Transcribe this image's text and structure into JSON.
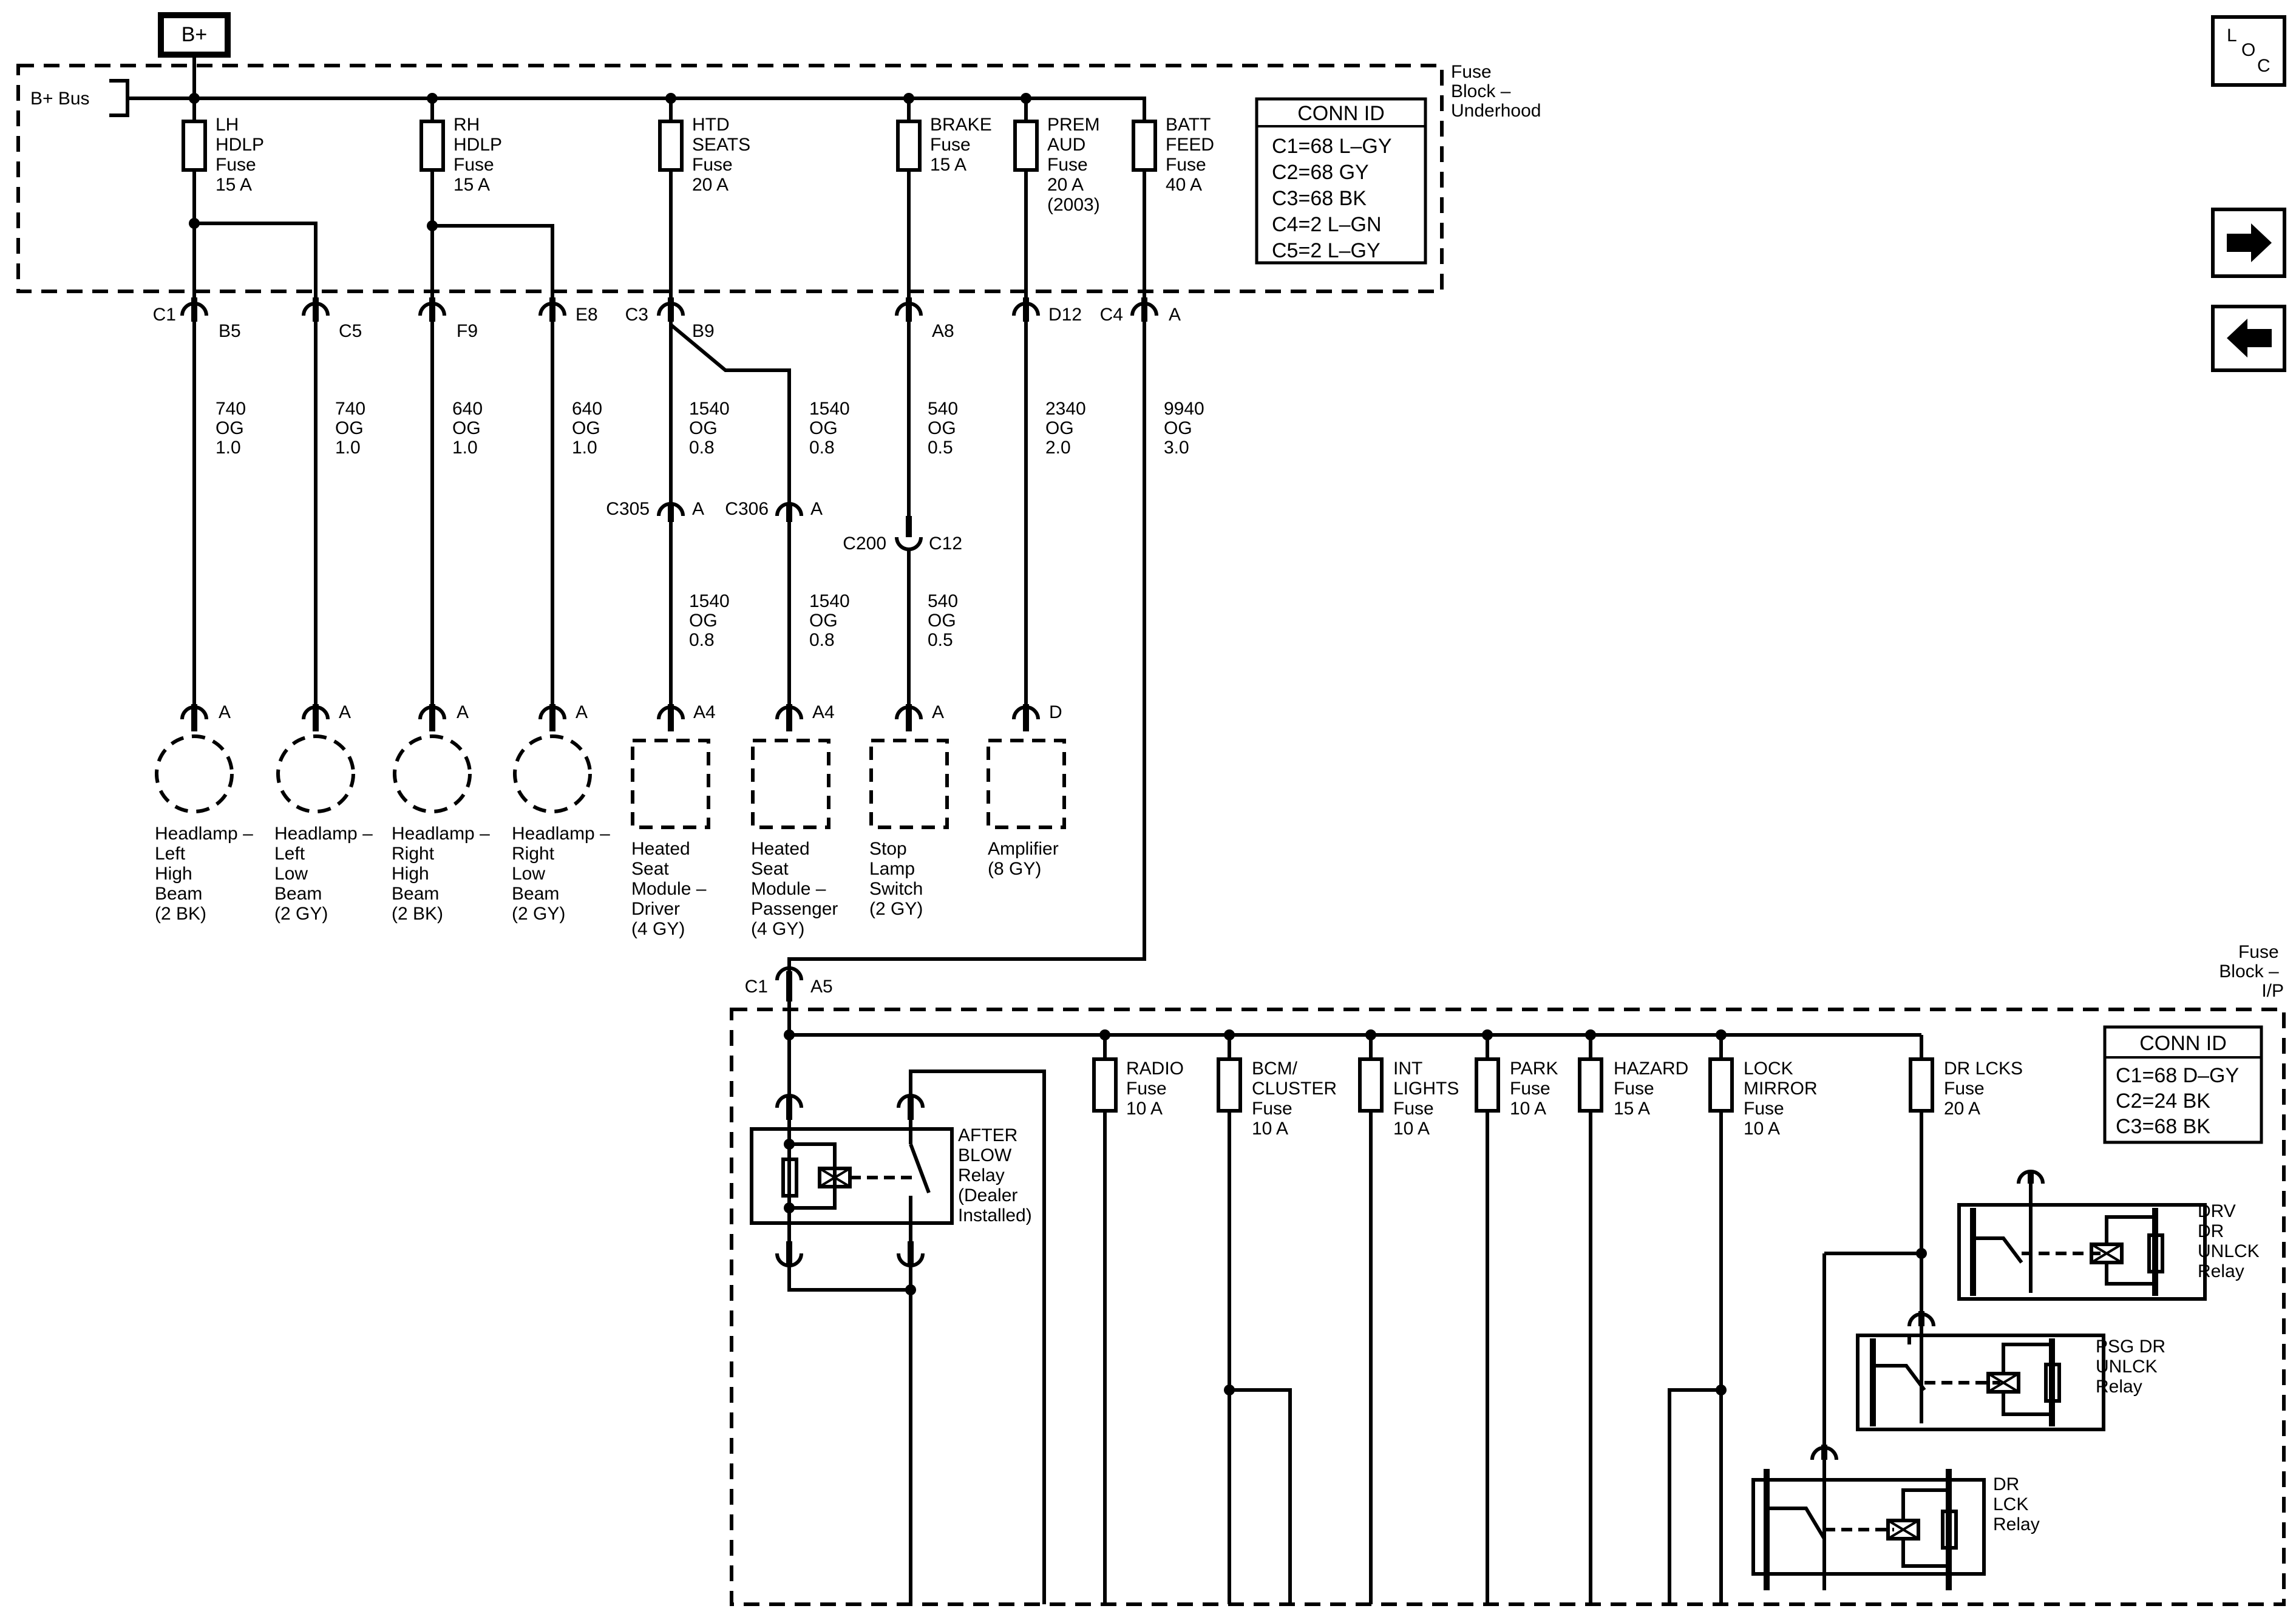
{
  "power": {
    "bplus_label": "B+",
    "bus_label": "B+ Bus"
  },
  "underhood": {
    "block_label": [
      "Fuse",
      "Block –",
      "Underhood"
    ],
    "conn_id_title": "CONN ID",
    "conn_ids": [
      "C1=68 L–GY",
      "C2=68 GY",
      "C3=68 BK",
      "C4=2 L–GN",
      "C5=2 L–GY"
    ],
    "fuses": [
      {
        "lines": [
          "LH",
          "HDLP",
          "Fuse",
          "15 A"
        ]
      },
      {
        "lines": [
          "RH",
          "HDLP",
          "Fuse",
          "15 A"
        ]
      },
      {
        "lines": [
          "HTD",
          "SEATS",
          "Fuse",
          "20 A"
        ]
      },
      {
        "lines": [
          "BRAKE",
          "Fuse",
          "15 A"
        ]
      },
      {
        "lines": [
          "PREM",
          "AUD",
          "Fuse",
          "20 A",
          "(2003)"
        ]
      },
      {
        "lines": [
          "BATT",
          "FEED",
          "Fuse",
          "40 A"
        ]
      }
    ]
  },
  "connectors_top": [
    {
      "left": "C1",
      "right": "B5"
    },
    {
      "left": "",
      "right": "C5"
    },
    {
      "left": "",
      "right": "F9"
    },
    {
      "left": "",
      "right": "E8"
    },
    {
      "left": "C3",
      "right": "B9"
    },
    {
      "left": "",
      "right": "A8"
    },
    {
      "left": "",
      "right": "D12"
    },
    {
      "left": "C4",
      "right": "A"
    }
  ],
  "wires_upper": [
    [
      "740",
      "OG",
      "1.0"
    ],
    [
      "740",
      "OG",
      "1.0"
    ],
    [
      "640",
      "OG",
      "1.0"
    ],
    [
      "640",
      "OG",
      "1.0"
    ],
    [
      "1540",
      "OG",
      "0.8"
    ],
    [
      "1540",
      "OG",
      "0.8"
    ],
    [
      "540",
      "OG",
      "0.5"
    ],
    [
      "2340",
      "OG",
      "2.0"
    ],
    [
      "9940",
      "OG",
      "3.0"
    ]
  ],
  "inline_connectors": [
    {
      "left": "C305",
      "right": "A"
    },
    {
      "left": "C306",
      "right": "A"
    },
    {
      "left": "C200",
      "right": "C12"
    }
  ],
  "wires_lower": [
    [
      "1540",
      "OG",
      "0.8"
    ],
    [
      "1540",
      "OG",
      "0.8"
    ],
    [
      "540",
      "OG",
      "0.5"
    ]
  ],
  "component_pins": [
    "A",
    "A",
    "A",
    "A",
    "A4",
    "A4",
    "A",
    "D"
  ],
  "components": [
    {
      "lines": [
        "Headlamp –",
        "Left",
        "High",
        "Beam",
        "(2 BK)"
      ]
    },
    {
      "lines": [
        "Headlamp –",
        "Left",
        "Low",
        "Beam",
        "(2 GY)"
      ]
    },
    {
      "lines": [
        "Headlamp –",
        "Right",
        "High",
        "Beam",
        "(2 BK)"
      ]
    },
    {
      "lines": [
        "Headlamp –",
        "Right",
        "Low",
        "Beam",
        "(2 GY)"
      ]
    },
    {
      "lines": [
        "Heated",
        "Seat",
        "Module –",
        "Driver",
        "(4 GY)"
      ]
    },
    {
      "lines": [
        "Heated",
        "Seat",
        "Module –",
        "Passenger",
        "(4 GY)"
      ]
    },
    {
      "lines": [
        "Stop",
        "Lamp",
        "Switch",
        "(2 GY)"
      ]
    },
    {
      "lines": [
        "Amplifier",
        "(8 GY)"
      ]
    }
  ],
  "ip_block": {
    "block_label": [
      "Fuse",
      "Block –",
      "I/P"
    ],
    "connector": {
      "left": "C1",
      "right": "A5"
    },
    "conn_id_title": "CONN ID",
    "conn_ids": [
      "C1=68 D–GY",
      "C2=24 BK",
      "C3=68 BK"
    ],
    "fuses": [
      {
        "lines": [
          "RADIO",
          "Fuse",
          "10 A"
        ]
      },
      {
        "lines": [
          "BCM/",
          "CLUSTER",
          "Fuse",
          "10 A"
        ]
      },
      {
        "lines": [
          "INT",
          "LIGHTS",
          "Fuse",
          "10 A"
        ]
      },
      {
        "lines": [
          "PARK",
          "Fuse",
          "10 A"
        ]
      },
      {
        "lines": [
          "HAZARD",
          "Fuse",
          "15 A"
        ]
      },
      {
        "lines": [
          "LOCK",
          "MIRROR",
          "Fuse",
          "10 A"
        ]
      },
      {
        "lines": [
          "DR LCKS",
          "Fuse",
          "20 A"
        ]
      }
    ],
    "relays": [
      {
        "lines": [
          "AFTER",
          "BLOW",
          "Relay",
          "(Dealer",
          "Installed)"
        ]
      },
      {
        "lines": [
          "DRV",
          "DR",
          "UNLCK",
          "Relay"
        ]
      },
      {
        "lines": [
          "PSG DR",
          "UNLCK",
          "Relay"
        ]
      },
      {
        "lines": [
          "DR",
          "LCK",
          "Relay"
        ]
      }
    ]
  },
  "nav": {
    "loc_letters": [
      "L",
      "O",
      "C"
    ],
    "next_icon": "arrow-right-icon",
    "prev_icon": "arrow-left-icon"
  }
}
